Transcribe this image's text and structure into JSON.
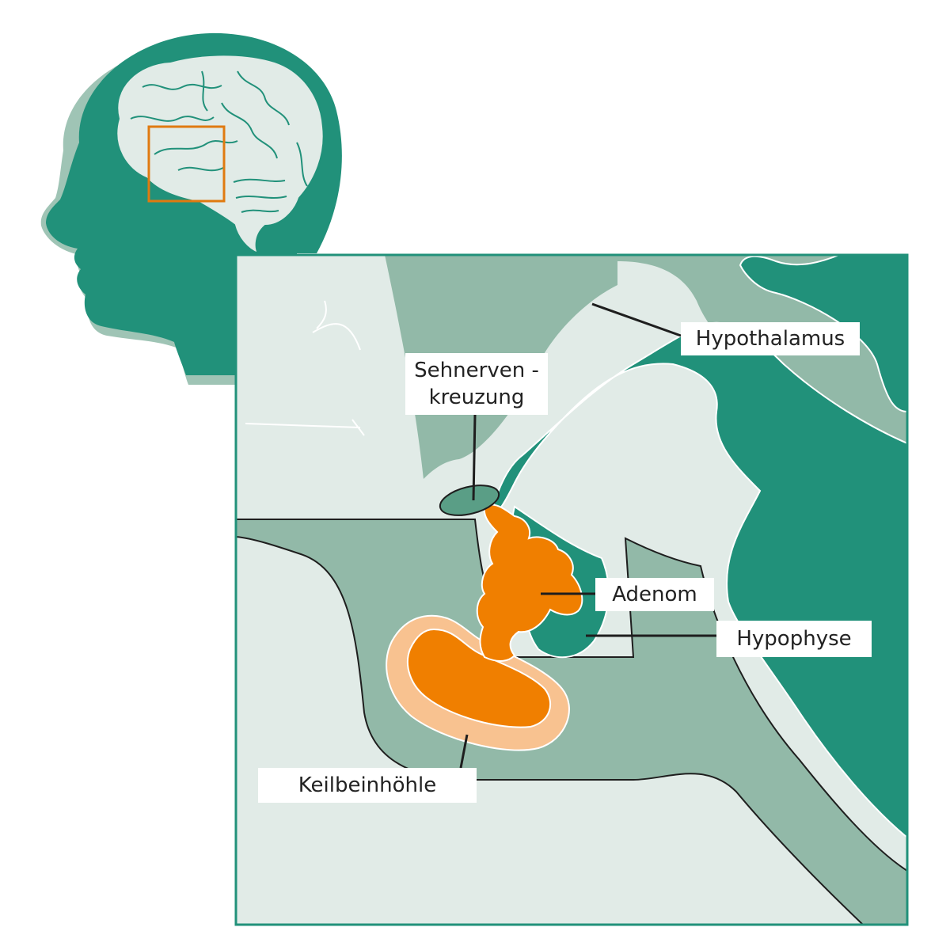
{
  "colors": {
    "dark_green": "#21917a",
    "mid_green": "#92b9a8",
    "light_gray": "#e1ebe7",
    "shadow_green": "#9fc4b5",
    "adenoma_orange": "#f07f00",
    "sinus_peach": "#f8c290",
    "zoom_box_orange": "#e07a10",
    "outline": "#1e1e1e"
  },
  "labels": {
    "hypothalamus": "Hypothalamus",
    "optic_chiasm_line1": "Sehnerven -",
    "optic_chiasm_line2": "kreuzung",
    "adenoma": "Adenom",
    "pituitary": "Hypophyse",
    "sphenoid_sinus": "Keilbeinhöhle"
  }
}
